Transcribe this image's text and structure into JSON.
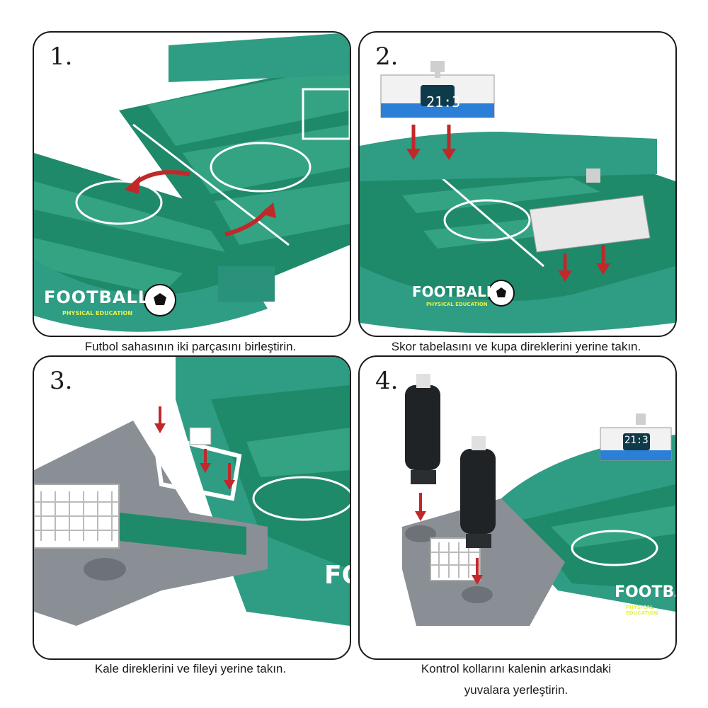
{
  "steps": [
    {
      "number": "1.",
      "caption": "Futbol sahasının iki parçasını birleştirin."
    },
    {
      "number": "2.",
      "caption": "Skor tabelasını ve kupa direklerini yerine takın."
    },
    {
      "number": "3.",
      "caption": "Kale direklerini ve fileyi yerine takın."
    },
    {
      "number": "4.",
      "caption_line1": "Kontrol kollarını kalenin arkasındaki",
      "caption_line2": "yuvalara yerleştirin."
    }
  ],
  "board": {
    "logo_text": "FOOTBALL",
    "logo_subtext": "PHYSICAL EDUCATION",
    "logo_text_cropped": "FOOTBAL",
    "logo_text_cropped_short": "FO",
    "score_display": "21:3"
  },
  "colors": {
    "pitch_dark": "#1f8a6a",
    "pitch_light": "#33a383",
    "wall": "#2f9c84",
    "arrow": "#c0282a",
    "base_grey": "#8a8f96"
  },
  "icons": [
    "arrow-icon",
    "soccer-ball-icon",
    "trophy-icon",
    "goal-net-icon",
    "joystick-handle-icon"
  ]
}
